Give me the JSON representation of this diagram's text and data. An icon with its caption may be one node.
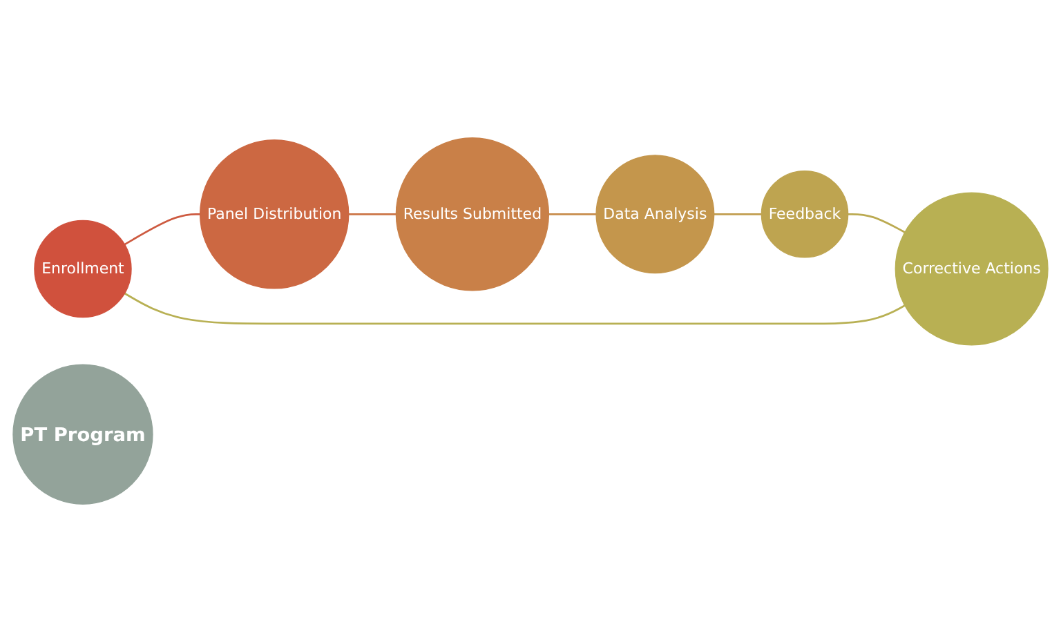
{
  "diagram": {
    "nodes": [
      {
        "text": [
          "Enrollment"
        ]
      },
      {
        "text": [
          "Panel Distribution"
        ]
      },
      {
        "text": [
          "Results Submitted"
        ]
      },
      {
        "text": [
          "Data Analysis"
        ]
      },
      {
        "text": [
          "Feedback"
        ]
      },
      {
        "text": [
          "Corrective Actions"
        ]
      },
      {
        "text": [
          "PT Program"
        ]
      }
    ],
    "edges": [
      {
        "from": 0,
        "to": 1,
        "arrow": "none",
        "color": "#cd5a40"
      },
      {
        "from": 1,
        "to": 2,
        "arrow": "none",
        "color": "#cb7445"
      },
      {
        "from": 2,
        "to": 3,
        "arrow": "none",
        "color": "#c78b4a"
      },
      {
        "from": 3,
        "to": 4,
        "arrow": "none",
        "color": "#c19d4e"
      },
      {
        "from": 4,
        "to": 5,
        "arrow": "none",
        "color": "#bbaa51"
      },
      {
        "from": 5,
        "to": 0,
        "arrow": "none",
        "color": "#b8b053"
      }
    ]
  }
}
